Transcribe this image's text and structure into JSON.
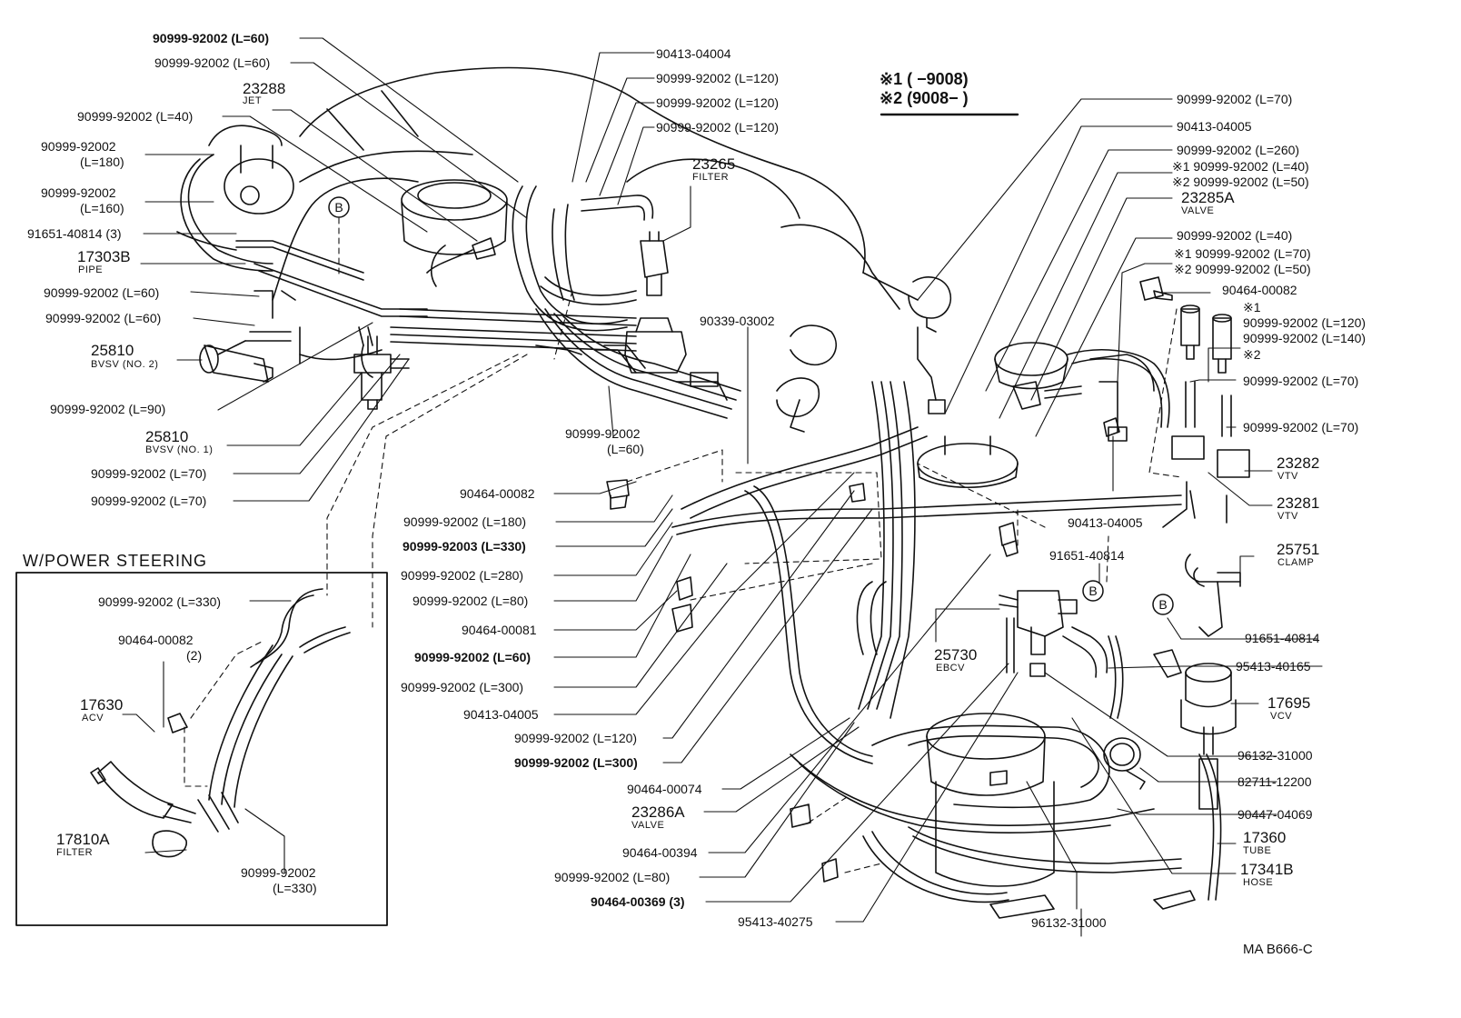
{
  "header": {
    "line1": "※1 (        −9008)",
    "line2": "※2 (9008−        )"
  },
  "inset": {
    "title": "W/POWER  STEERING"
  },
  "circle_mark": "B",
  "drawing_code": "MA  B666-C",
  "labels": {
    "l01": "90999-92002 (L=60)",
    "l02": "90999-92002 (L=60)",
    "l03": "23288",
    "l03s": "JET",
    "l04": "90999-92002 (L=40)",
    "l05a": "90999-92002",
    "l05b": "(L=180)",
    "l06a": "90999-92002",
    "l06b": "(L=160)",
    "l07": "91651-40814 (3)",
    "l08": "17303B",
    "l08s": "PIPE",
    "l09": "90999-92002 (L=60)",
    "l10": "90999-92002 (L=60)",
    "l11": "25810",
    "l11s": "BVSV (NO. 2)",
    "l12": "90999-92002 (L=90)",
    "l13": "25810",
    "l13s": "BVSV (NO. 1)",
    "l14": "90999-92002 (L=70)",
    "l15": "90999-92002 (L=70)",
    "t01": "90413-04004",
    "t02": "90999-92002 (L=120)",
    "t03": "90999-92002 (L=120)",
    "t04": "90999-92002 (L=120)",
    "t05": "23265",
    "t05s": "FILTER",
    "m01": "90339-03002",
    "m02a": "90999-92002",
    "m02b": "(L=60)",
    "c01": "90464-00082",
    "c02": "90999-92002 (L=180)",
    "c03": "90999-92003 (L=330)",
    "c04": "90999-92002 (L=280)",
    "c05": "90999-92002 (L=80)",
    "c06": "90464-00081",
    "c07": "90999-92002 (L=60)",
    "c08": "90999-92002 (L=300)",
    "c09": "90413-04005",
    "c10": "90999-92002 (L=120)",
    "c11": "90999-92002 (L=300)",
    "c12": "90464-00074",
    "c13": "23286A",
    "c13s": "VALVE",
    "c14": "90464-00394",
    "c15": "90999-92002 (L=80)",
    "c16": "90464-00369 (3)",
    "c17": "95413-40275",
    "c18": "96132-31000",
    "r01": "90999-92002 (L=70)",
    "r02": "90413-04005",
    "r03": "90999-92002 (L=260)",
    "r04": "※1  90999-92002 (L=40)",
    "r05": "※2  90999-92002 (L=50)",
    "r06": "23285A",
    "r06s": "VALVE",
    "r07": "90999-92002 (L=40)",
    "r08": "※1  90999-92002 (L=70)",
    "r09": "※2  90999-92002 (L=50)",
    "r10": "90464-00082",
    "r11a": "※1",
    "r11b": "90999-92002 (L=120)",
    "r12": "90999-92002 (L=140)",
    "r13": "※2",
    "r14": "90999-92002 (L=70)",
    "r15": "90999-92002 (L=70)",
    "r16": "23282",
    "r16s": "VTV",
    "r17": "23281",
    "r17s": "VTV",
    "r18": "90413-04005",
    "r19": "91651-40814",
    "r20": "25751",
    "r20s": "CLAMP",
    "r21": "91651-40814",
    "r22": "25730",
    "r22s": "EBCV",
    "r23": "95413-40165",
    "r24": "17695",
    "r24s": "VCV",
    "r25": "96132-31000",
    "r26": "82711-12200",
    "r27": "90447-04069",
    "r28": "17360",
    "r28s": "TUBE",
    "r29": "17341B",
    "r29s": "HOSE",
    "p01": "90999-92002 (L=330)",
    "p02a": "90464-00082",
    "p02b": "(2)",
    "p03": "17630",
    "p03s": "ACV",
    "p04": "17810A",
    "p04s": "FILTER",
    "p05a": "90999-92002",
    "p05b": "(L=330)"
  }
}
